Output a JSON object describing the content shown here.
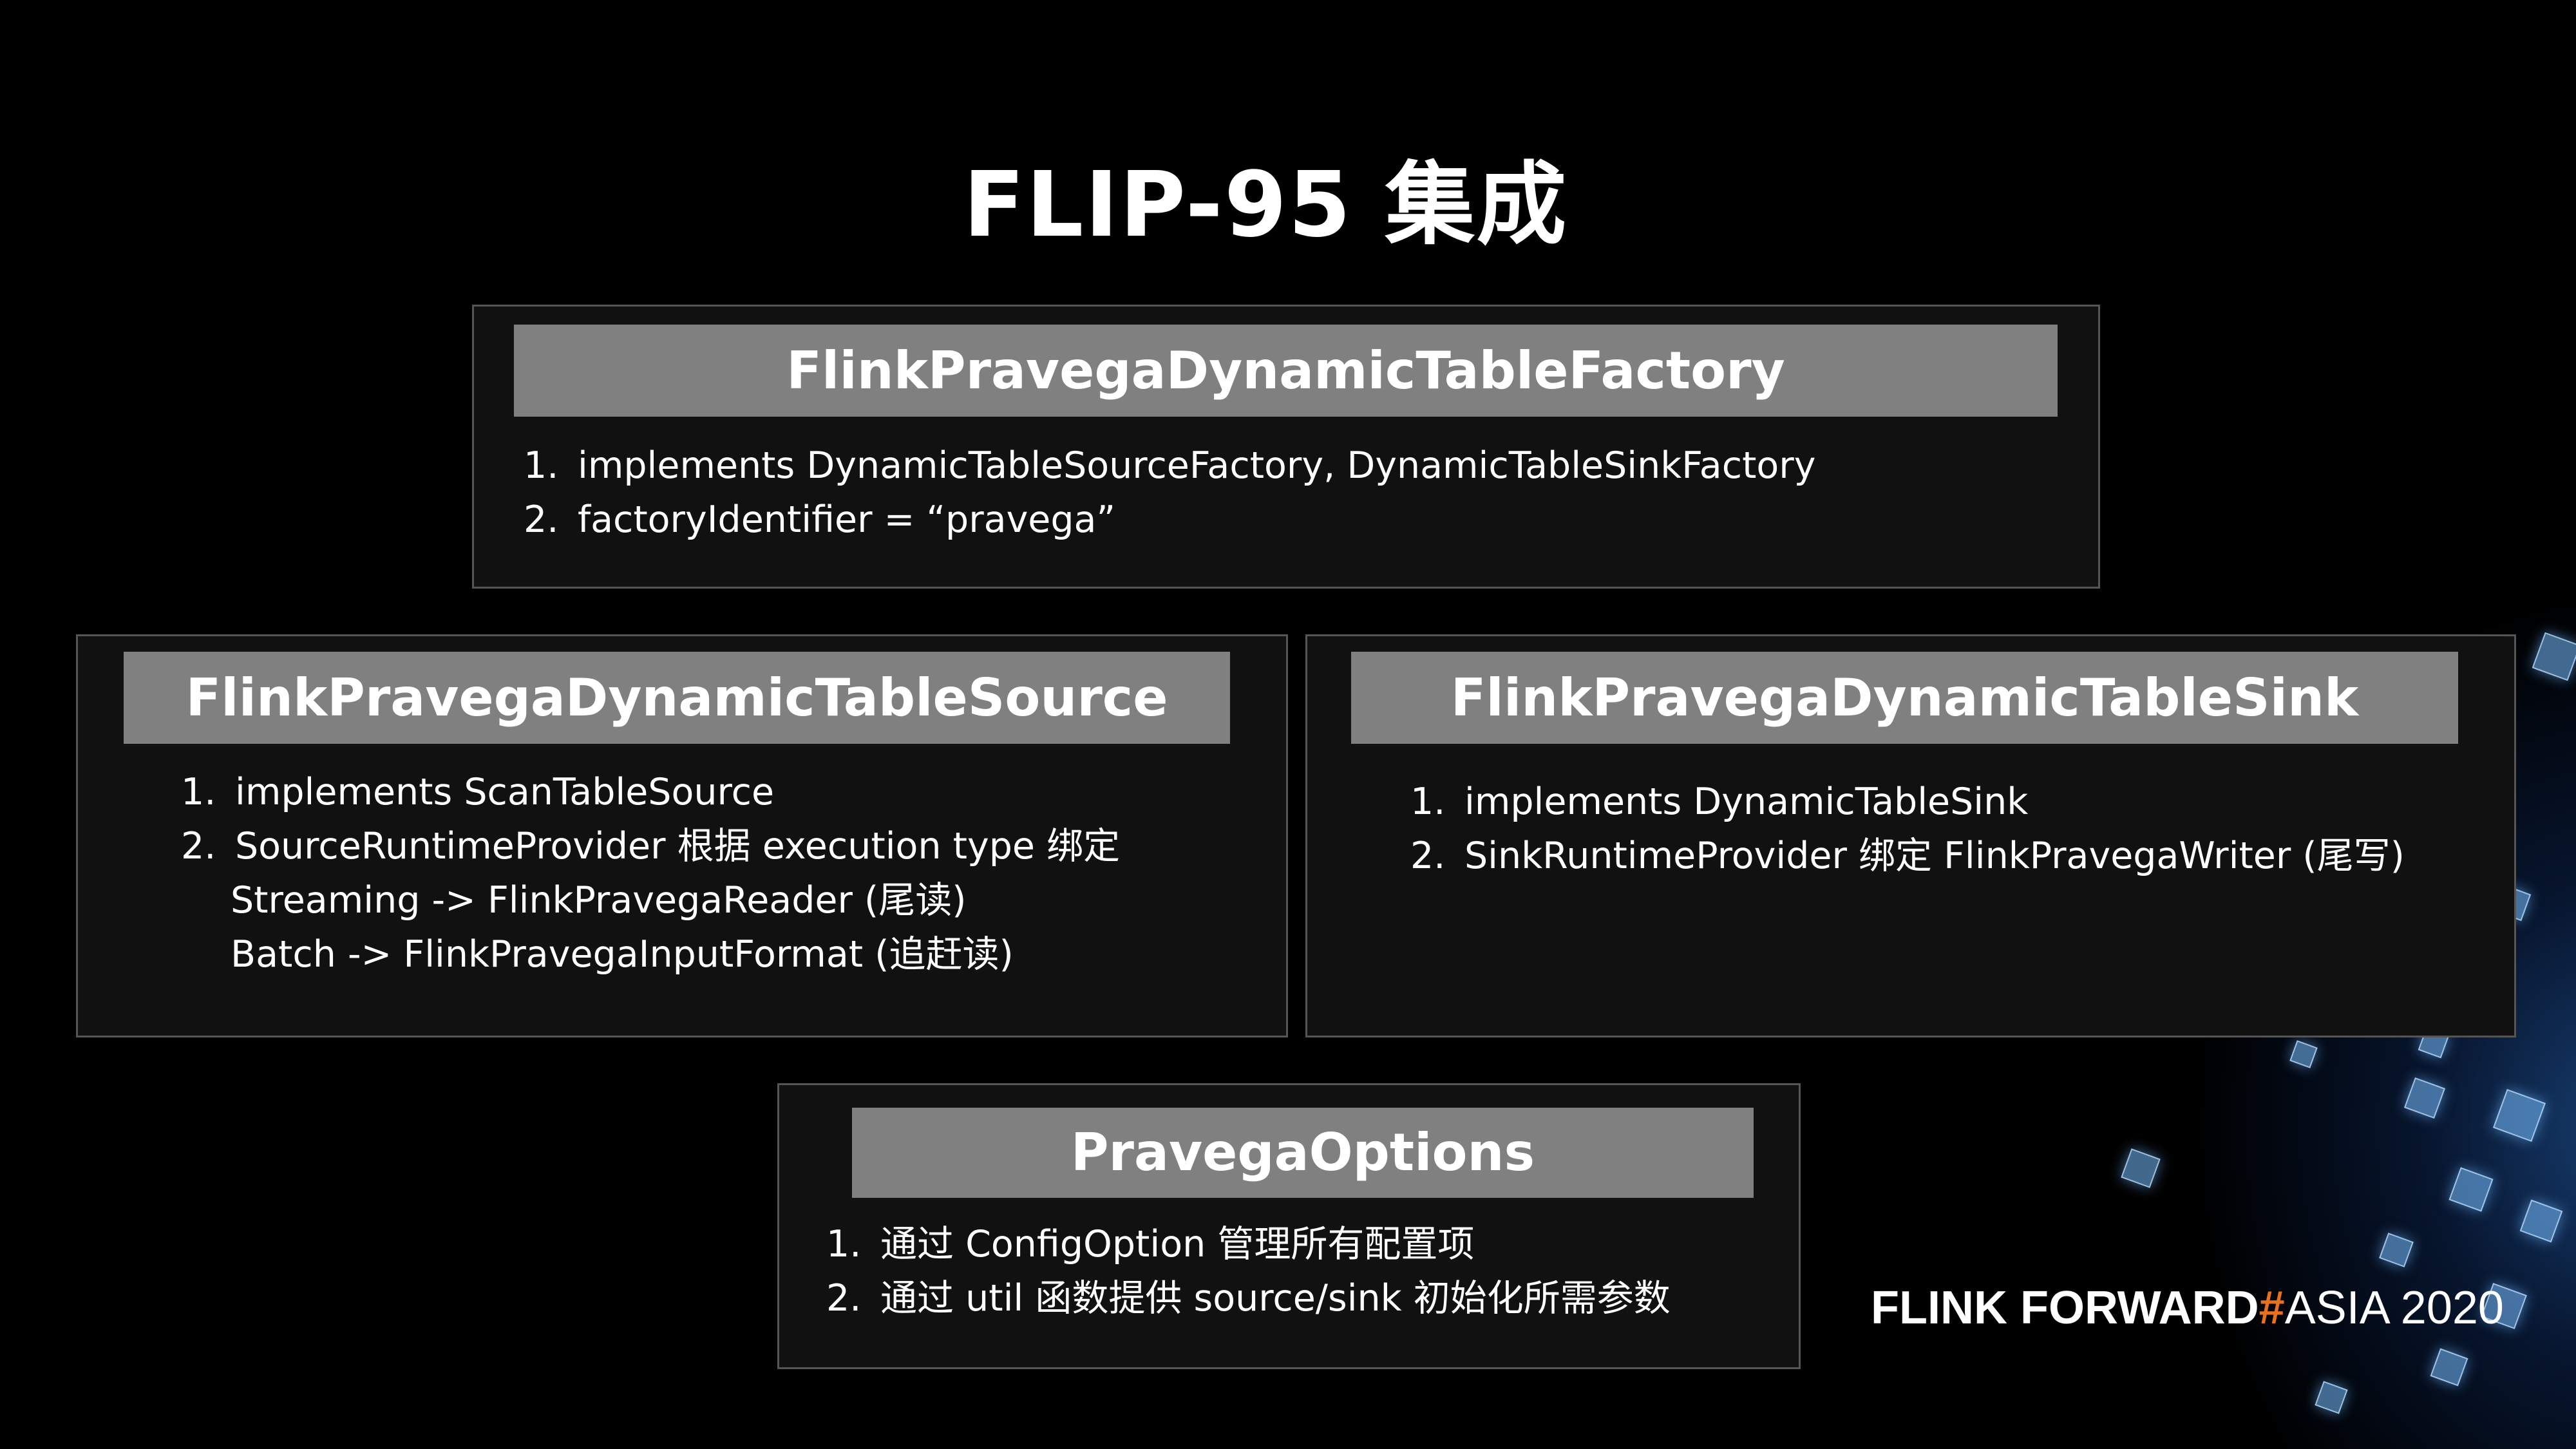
{
  "title": "FLIP-95 集成",
  "factory": {
    "header": "FlinkPravegaDynamicTableFactory",
    "items": [
      {
        "num": "1.",
        "text": "implements DynamicTableSourceFactory, DynamicTableSinkFactory"
      },
      {
        "num": "2.",
        "text": "factoryIdentifier = “pravega”"
      }
    ]
  },
  "source": {
    "header": "FlinkPravegaDynamicTableSource",
    "items": [
      {
        "num": "1.",
        "text": "implements ScanTableSource"
      },
      {
        "num": "2.",
        "text": "SourceRuntimeProvider 根据 execution type 绑定"
      }
    ],
    "sub_lines": [
      "Streaming -> FlinkPravegaReader (尾读)",
      "Batch -> FlinkPravegaInputFormat (追赶读)"
    ]
  },
  "sink": {
    "header": "FlinkPravegaDynamicTableSink",
    "items": [
      {
        "num": "1.",
        "text": "implements DynamicTableSink"
      },
      {
        "num": "2.",
        "text": "SinkRuntimeProvider 绑定 FlinkPravegaWriter (尾写)"
      }
    ]
  },
  "options": {
    "header": "PravegaOptions",
    "items": [
      {
        "num": "1.",
        "text": "通过 ConfigOption 管理所有配置项"
      },
      {
        "num": "2.",
        "text": "通过 util 函数提供 source/sink 初始化所需参数"
      }
    ]
  },
  "brand": {
    "word1": "FLINK",
    "word2": "FORWARD",
    "hash": "#",
    "word3": "ASIA 2020",
    "accent_color": "#e8711f"
  }
}
